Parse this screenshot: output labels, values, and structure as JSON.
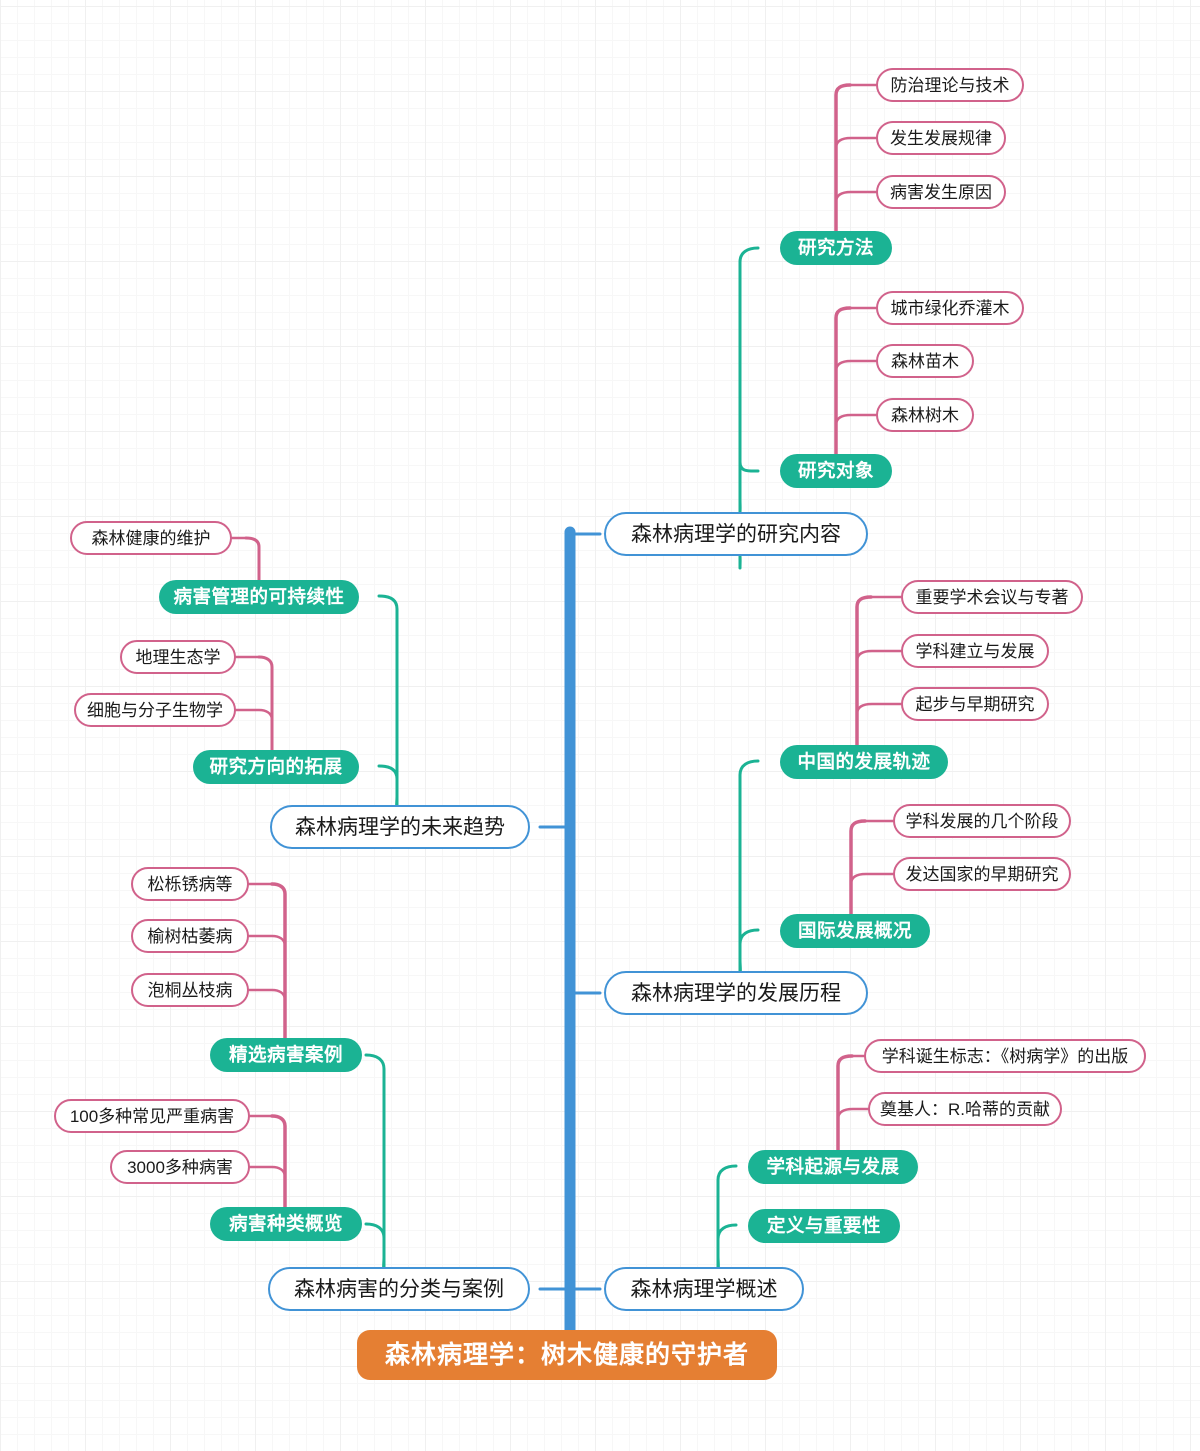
{
  "diagram": {
    "type": "mindmap",
    "title": "森林病理学：树木健康的守护者",
    "colors": {
      "root_fill": "#E57F33",
      "root_text": "#ffffff",
      "level1_border": "#4193D6",
      "level2_fill": "#1BB394",
      "level3_border": "#D1628B",
      "trunk": "#4193D6",
      "grid": "#f0f0f0",
      "background": "#ffffff"
    },
    "root": {
      "label": "森林病理学：树木健康的守护者"
    },
    "branches": [
      {
        "label": "森林病理学的研究内容",
        "children": [
          {
            "label": "研究方法",
            "children": [
              {
                "label": "防治理论与技术"
              },
              {
                "label": "发生发展规律"
              },
              {
                "label": "病害发生原因"
              }
            ]
          },
          {
            "label": "研究对象",
            "children": [
              {
                "label": "城市绿化乔灌木"
              },
              {
                "label": "森林苗木"
              },
              {
                "label": "森林树木"
              }
            ]
          }
        ]
      },
      {
        "label": "森林病理学的发展历程",
        "children": [
          {
            "label": "中国的发展轨迹",
            "children": [
              {
                "label": "重要学术会议与专著"
              },
              {
                "label": "学科建立与发展"
              },
              {
                "label": "起步与早期研究"
              }
            ]
          },
          {
            "label": "国际发展概况",
            "children": [
              {
                "label": "学科发展的几个阶段"
              },
              {
                "label": "发达国家的早期研究"
              }
            ]
          }
        ]
      },
      {
        "label": "森林病理学概述",
        "children": [
          {
            "label": "学科起源与发展",
            "children": [
              {
                "label": "学科诞生标志：《树病学》的出版"
              },
              {
                "label": "奠基人：R.哈蒂的贡献"
              }
            ]
          },
          {
            "label": "定义与重要性",
            "children": []
          }
        ]
      },
      {
        "label": "森林病理学的未来趋势",
        "children": [
          {
            "label": "病害管理的可持续性",
            "children": [
              {
                "label": "森林健康的维护"
              }
            ]
          },
          {
            "label": "研究方向的拓展",
            "children": [
              {
                "label": "地理生态学"
              },
              {
                "label": "细胞与分子生物学"
              }
            ]
          }
        ]
      },
      {
        "label": "森林病害的分类与案例",
        "children": [
          {
            "label": "精选病害案例",
            "children": [
              {
                "label": "松栎锈病等"
              },
              {
                "label": "榆树枯萎病"
              },
              {
                "label": "泡桐丛枝病"
              }
            ]
          },
          {
            "label": "病害种类概览",
            "children": [
              {
                "label": "100多种常见严重病害"
              },
              {
                "label": "3000多种病害"
              }
            ]
          }
        ]
      }
    ]
  }
}
